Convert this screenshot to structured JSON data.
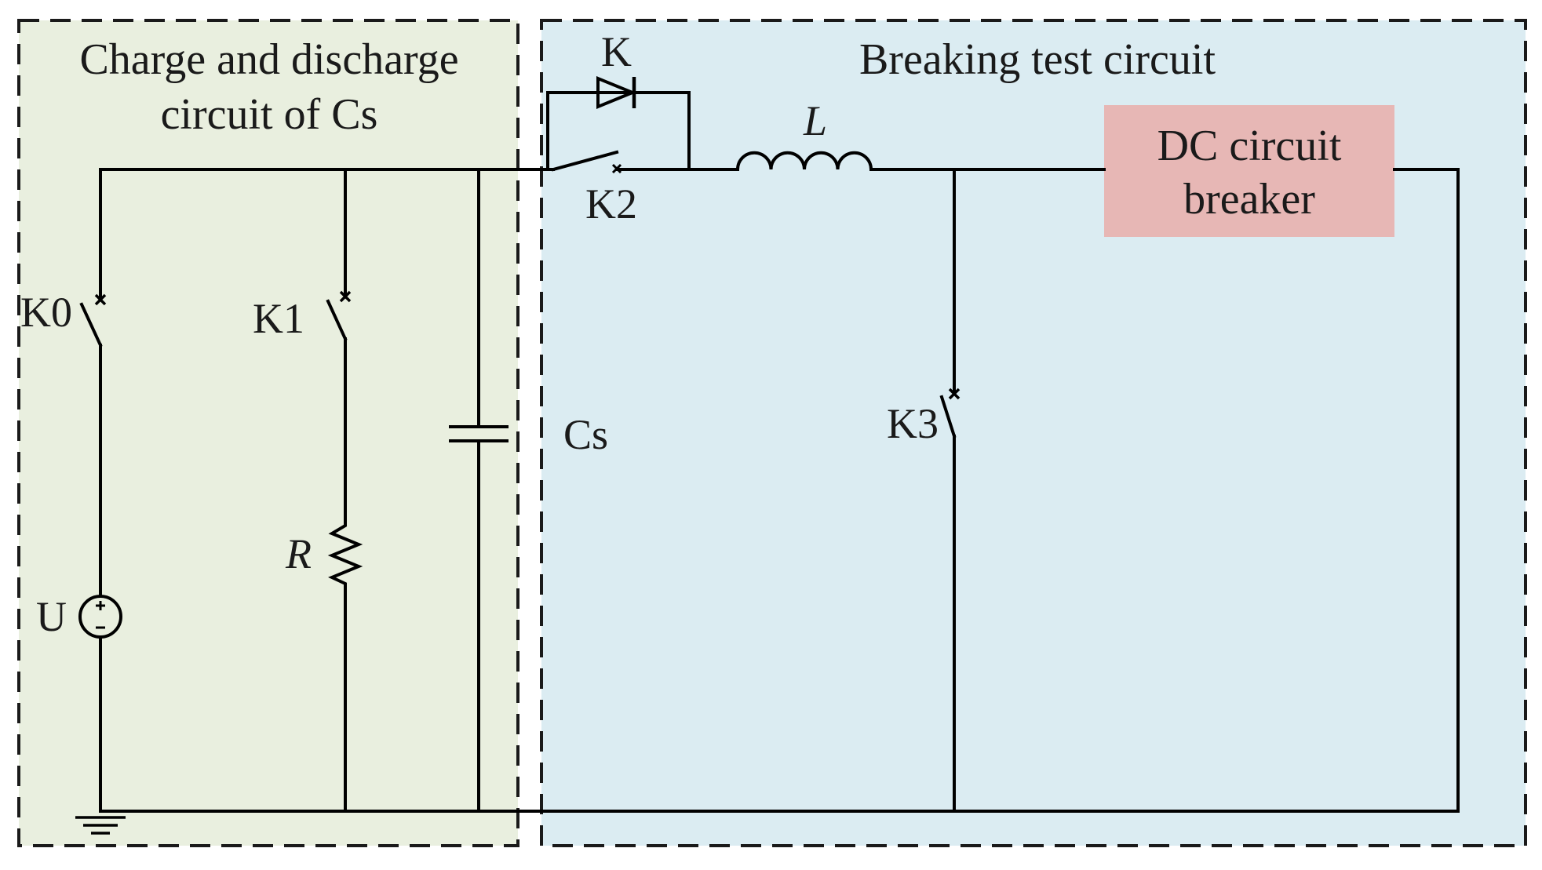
{
  "regions": {
    "charge_circuit": {
      "title_line1": "Charge and discharge",
      "title_line2": "circuit of Cs",
      "fill": "#e9efdf"
    },
    "breaking_circuit": {
      "title": "Breaking test circuit",
      "fill": "#dbecf2"
    }
  },
  "breaker": {
    "line1": "DC circuit",
    "line2": "breaker",
    "fill": "#e7b7b5"
  },
  "components": {
    "k0": "K0",
    "k1": "K1",
    "k2": "K2",
    "k3": "K3",
    "k_diode": "K",
    "resistor": "R",
    "inductor": "L",
    "capacitor": "Cs",
    "source": "U"
  }
}
